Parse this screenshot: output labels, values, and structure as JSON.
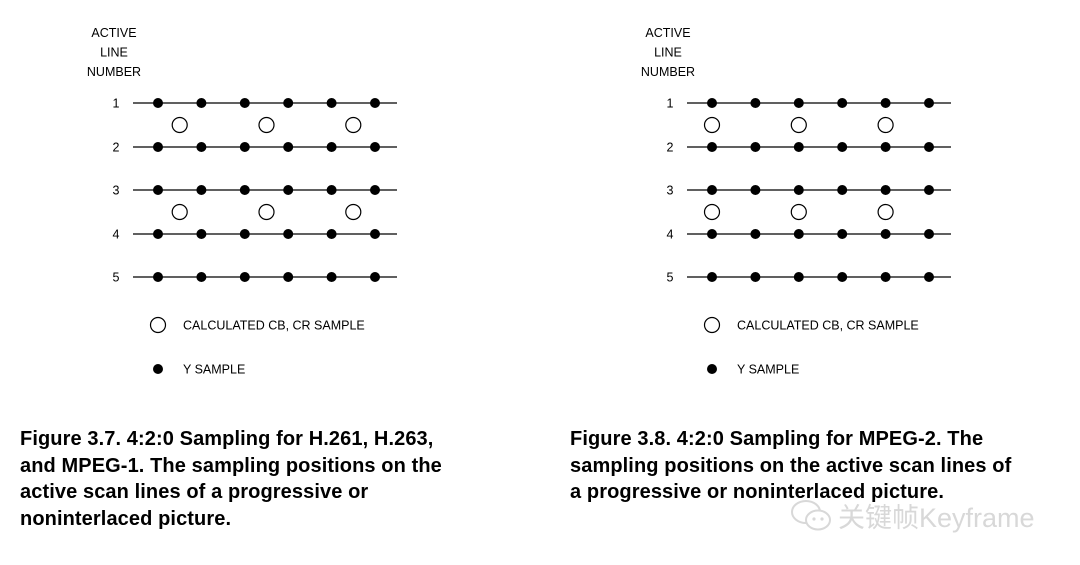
{
  "figures": [
    {
      "axis_label": [
        "ACTIVE",
        "LINE",
        "NUMBER"
      ],
      "line_numbers": [
        "1",
        "2",
        "3",
        "4",
        "5"
      ],
      "y_sample_columns": [
        0,
        1,
        2,
        3,
        4,
        5
      ],
      "chroma_columns": [
        0.5,
        2.5,
        4.5
      ],
      "chroma_between_line_pairs": [
        [
          1,
          2
        ],
        [
          3,
          4
        ]
      ],
      "legend": {
        "chroma": "CALCULATED  CB, CR  SAMPLE",
        "luma": "Y  SAMPLE"
      },
      "caption": [
        "Figure 3.7. 4:2:0 Sampling for H.261, H.263,",
        "and MPEG-1. The sampling positions on the",
        "active scan lines of a progressive or",
        "noninterlaced picture."
      ]
    },
    {
      "axis_label": [
        "ACTIVE",
        "LINE",
        "NUMBER"
      ],
      "line_numbers": [
        "1",
        "2",
        "3",
        "4",
        "5"
      ],
      "y_sample_columns": [
        0,
        1,
        2,
        3,
        4,
        5
      ],
      "chroma_columns": [
        0,
        2,
        4
      ],
      "chroma_between_line_pairs": [
        [
          1,
          2
        ],
        [
          3,
          4
        ]
      ],
      "legend": {
        "chroma": "CALCULATED  CB, CR  SAMPLE",
        "luma": "Y  SAMPLE"
      },
      "caption": [
        "Figure 3.8. 4:2:0 Sampling for MPEG-2. The",
        "sampling positions on the active scan lines of",
        "a progressive or noninterlaced picture."
      ]
    }
  ],
  "watermark": "关键帧Keyframe"
}
